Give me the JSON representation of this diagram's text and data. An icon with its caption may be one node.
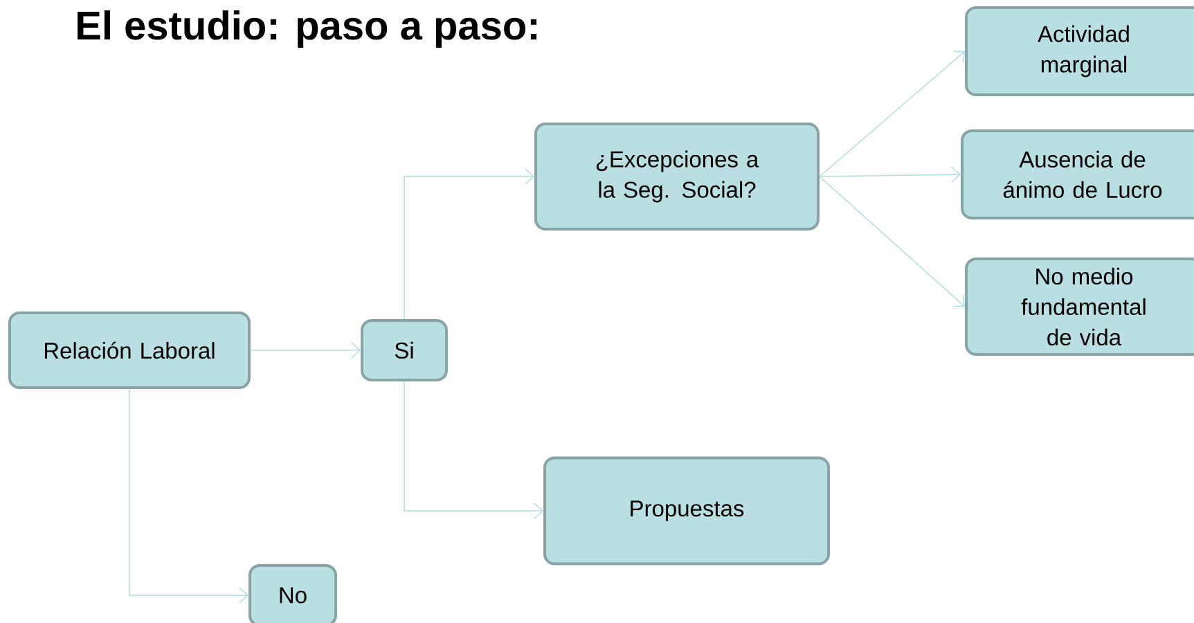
{
  "diagram": {
    "title": "El estudio: paso a paso:",
    "nodes": [
      {
        "text": [
          "Relación Laboral"
        ]
      },
      {
        "text": [
          "Si"
        ]
      },
      {
        "text": [
          "¿Excepciones a la Seg. Social?"
        ]
      },
      {
        "text": [
          "Propuestas"
        ]
      },
      {
        "text": [
          "No"
        ]
      },
      {
        "text": [
          "Actividad marginal"
        ]
      },
      {
        "text": [
          "Ausencia de ánimo de Lucro"
        ]
      },
      {
        "text": [
          "No medio fundamental de vida"
        ]
      }
    ],
    "edges": [
      {
        "from": 0,
        "to": 1,
        "arrow": "to"
      },
      {
        "from": 0,
        "to": 4,
        "arrow": "to"
      },
      {
        "from": 1,
        "to": 2,
        "arrow": "to"
      },
      {
        "from": 1,
        "to": 3,
        "arrow": "to"
      },
      {
        "from": 2,
        "to": 5,
        "arrow": "to"
      },
      {
        "from": 2,
        "to": 6,
        "arrow": "to"
      },
      {
        "from": 2,
        "to": 7,
        "arrow": "to"
      }
    ]
  }
}
